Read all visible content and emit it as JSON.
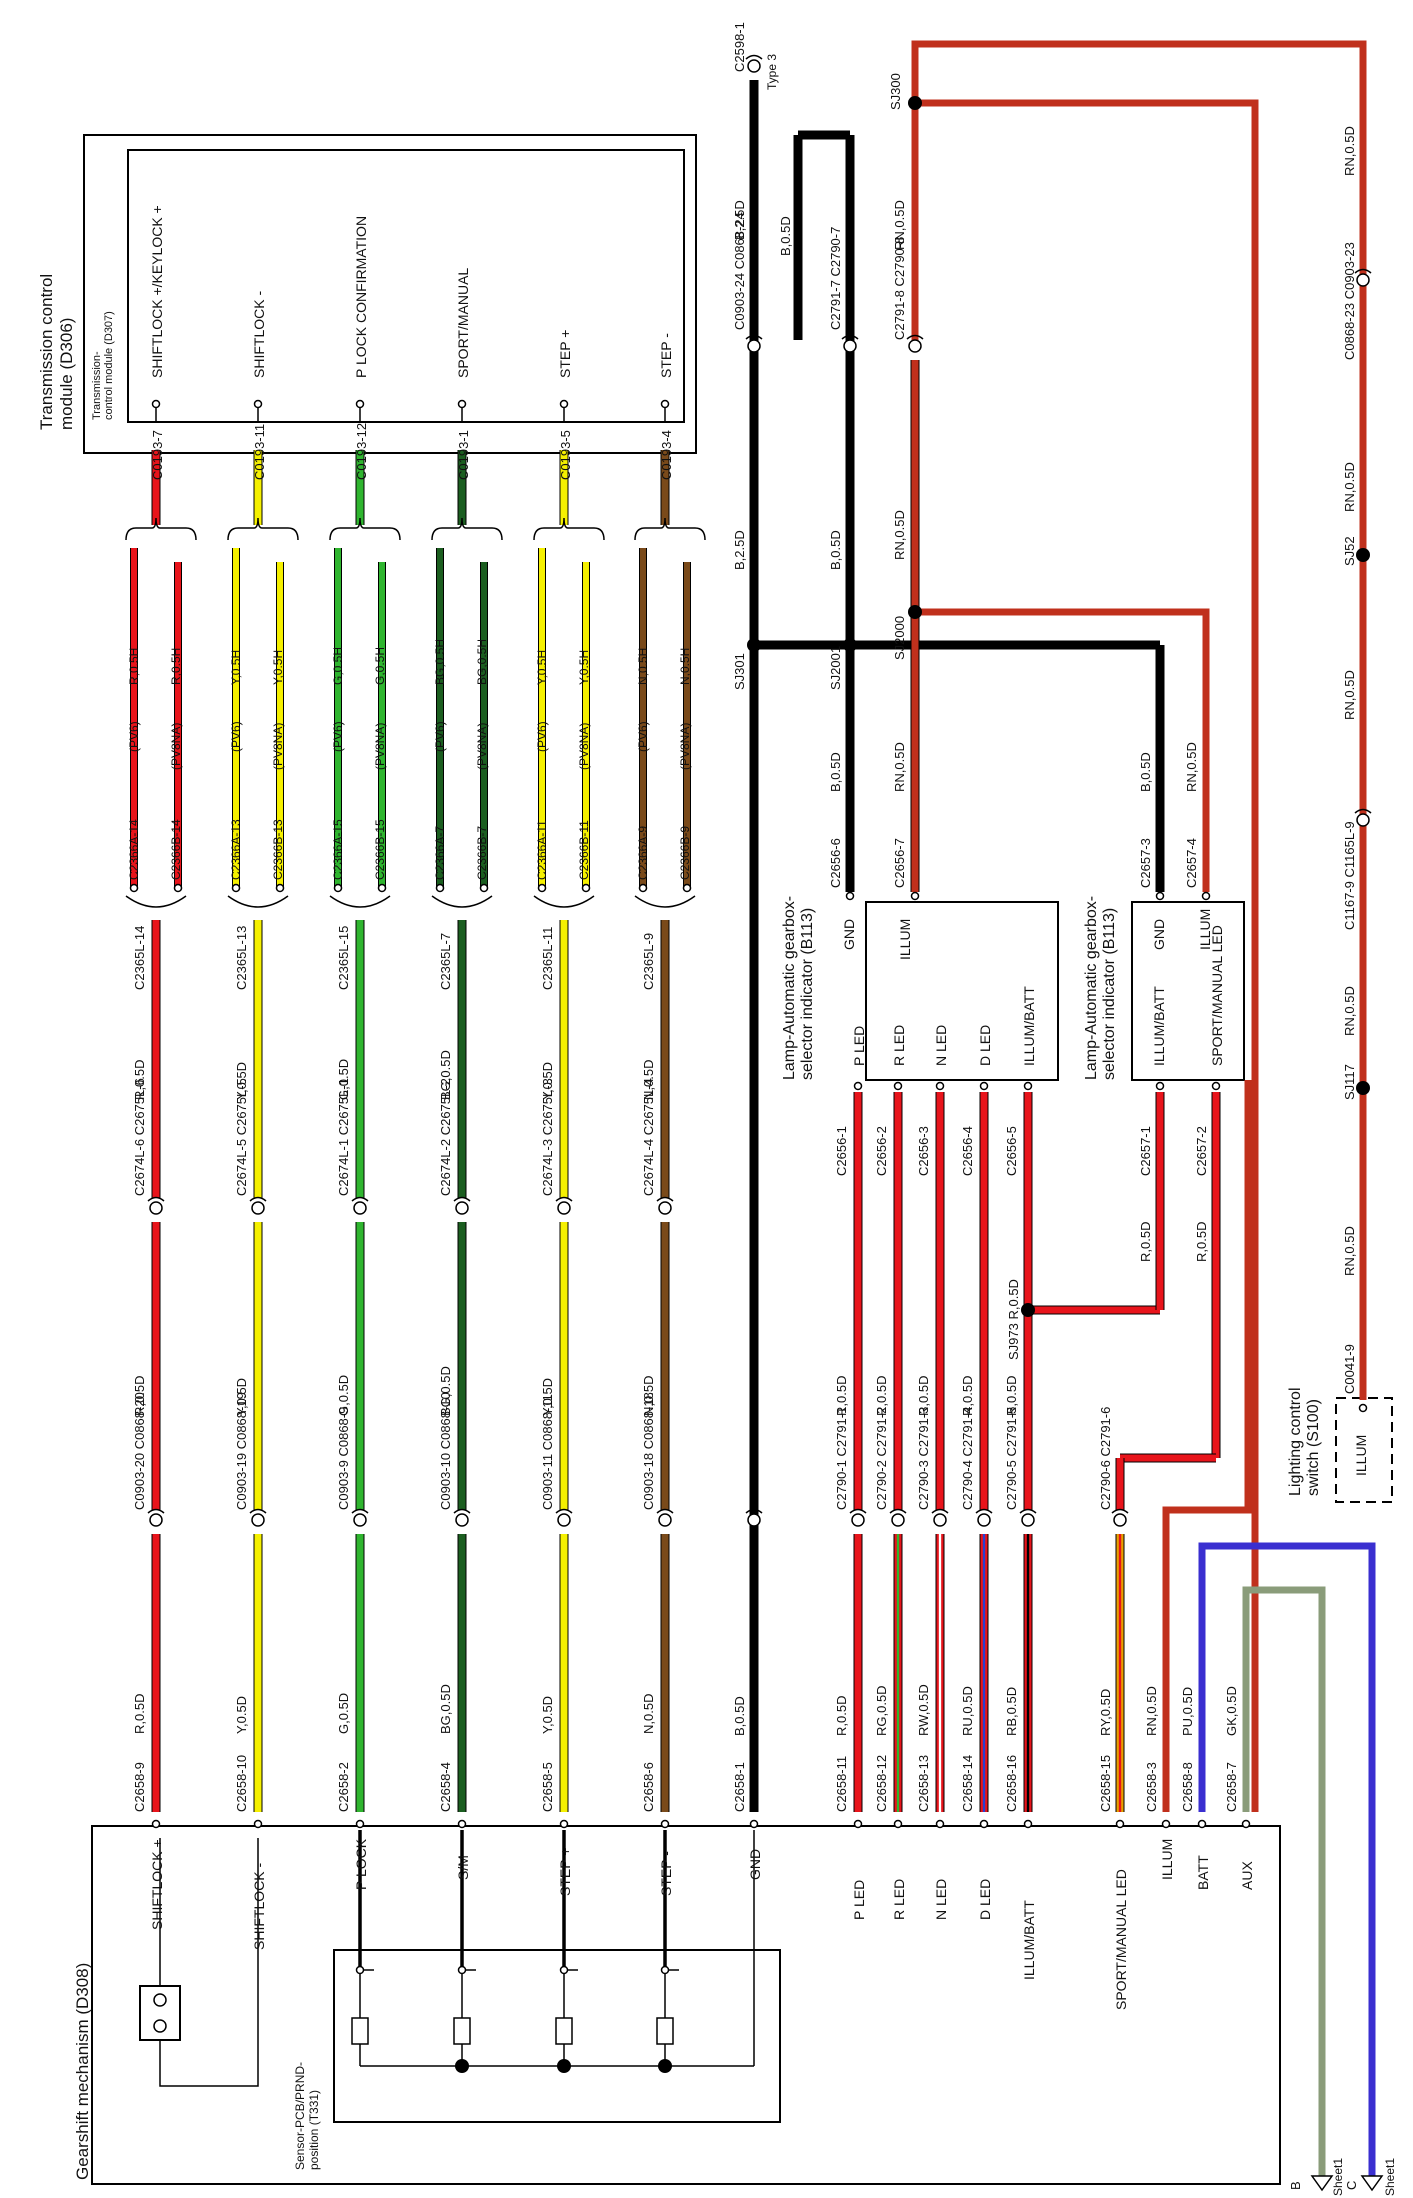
{
  "modules": {
    "tcm_title_1": "Transmission control",
    "tcm_title_2": "module (D306)",
    "tcm_inner_1": "Transmission-",
    "tcm_inner_2": "control module (D307)",
    "gear_title": "Gearshift mechanism (D308)",
    "sensor_1": "Sensor-PCB/PRND-",
    "sensor_2": "position (T331)",
    "lamp1_1": "Lamp-Automatic gearbox-",
    "lamp1_2": "selector indicator (B113)",
    "lamp2_1": "Lamp-Automatic gearbox-",
    "lamp2_2": "selector indicator (B113)",
    "light_1": "Lighting control",
    "light_2": "switch (S100)",
    "light_pin": "ILLUM"
  },
  "tcm_pins": [
    "SHIFTLOCK +/KEYLOCK +",
    "SHIFTLOCK -",
    "P LOCK CONFIRMATION",
    "SPORT/MANUAL",
    "STEP +",
    "STEP -"
  ],
  "gear_pins": [
    "SHIFTLOCK +",
    "SHIFTLOCK -",
    "P LOCK",
    "S/M",
    "STEP +",
    "STEP -",
    "GND",
    "P LED",
    "R LED",
    "N LED",
    "D LED",
    "ILLUM/BATT",
    "SPORT/MANUAL LED",
    "ILLUM",
    "BATT",
    "AUX"
  ],
  "lamp1_pins": [
    "GND",
    "ILLUM",
    "P LED",
    "R LED",
    "N LED",
    "D LED",
    "ILLUM/BATT"
  ],
  "lamp2_pins": [
    "GND",
    "ILLUM",
    "ILLUM/BATT",
    "SPORT/MANUAL LED"
  ],
  "colors": {
    "R": "#e8141b",
    "Y": "#f5f000",
    "G": "#2fb52f",
    "BG": "#1b5e20",
    "N": "#7a4a1a",
    "B": "#000000",
    "RN": "#c0301c",
    "PU": "#3a2fd0",
    "GK": "#8a9c7a"
  },
  "wires": [
    {
      "conn": [
        "C0193-7",
        "C2366A-14",
        "(PV6)",
        "R,0.5H",
        "C2366B-14",
        "(PV8NA)",
        "R,0.5H",
        "C2365L-14",
        "R,0.5D",
        "C2674L-6 C2675L-6",
        "R,0.5D",
        "C0903-20 C0868-20",
        "R,0.5D",
        "C2658-9"
      ]
    },
    {
      "conn": [
        "C0193-11",
        "C2366A-13",
        "(PV6)",
        "Y,0.5H",
        "C2366B-13",
        "(PV8NA)",
        "Y,0.5H",
        "C2365L-13",
        "Y,0.5D",
        "C2674L-5 C2675L-5",
        "Y,0.5D",
        "C0903-19 C0868-19",
        "Y,0.5D",
        "C2658-10"
      ]
    },
    {
      "conn": [
        "C0193-12",
        "C2366A-15",
        "(PV6)",
        "G,0.5H",
        "C2366B-15",
        "(PV8NA)",
        "G,0.5H",
        "C2365L-15",
        "G,0.5D",
        "C2674L-1 C2675L-1",
        "G,0.5D",
        "C0903-9 C0868-9",
        "G,0.5D",
        "C2658-2"
      ]
    },
    {
      "conn": [
        "C0193-1",
        "C2366A-7",
        "(PV6)",
        "BG,0.5H",
        "C2366B-7",
        "(PV8NA)",
        "BG,0.5H",
        "C2365L-7",
        "BG,0.5D",
        "C2674L-2 C2675L-2",
        "BG,0.5D",
        "C0903-10 C0868-10",
        "BG,0.5D",
        "C2658-4"
      ]
    },
    {
      "conn": [
        "C0193-5",
        "C2366A-11",
        "(PV6)",
        "Y,0.5H",
        "C2366B-11",
        "(PV8NA)",
        "Y,0.5H",
        "C2365L-11",
        "Y,0.5D",
        "C2674L-3 C2675L-3",
        "Y,0.5D",
        "C0903-11 C0868-11",
        "Y,0.5D",
        "C2658-5"
      ]
    },
    {
      "conn": [
        "C0193-4",
        "C2366A-9",
        "(PV6)",
        "N,0.5H",
        "C2366B-9",
        "(PV8NA)",
        "N,0.5H",
        "C2365L-9",
        "N,0.5D",
        "C2674L-4 C2675L-4",
        "N,0.5D",
        "C0903-18 C0868-18",
        "N,0.5D",
        "C2658-6"
      ]
    }
  ],
  "gnd": [
    "C2598-1",
    "Type 3",
    "B,2.5D",
    "C0903-24 C0868-24",
    "B,2.5D",
    "SJ301",
    "B,0.5D",
    "C2658-1",
    "B,0.5D",
    "C2791-7 C2790-7",
    "B,0.5D",
    "SJ2001",
    "B,0.5D",
    "C2656-6",
    "B,0.5D",
    "C2657-3"
  ],
  "led_wires": [
    {
      "conn": [
        "C2656-1",
        "R,0.5D",
        "C2790-1 C2791-1",
        "R,0.5D",
        "C2658-11"
      ]
    },
    {
      "conn": [
        "C2656-2",
        "R,0.5D",
        "C2790-2 C2791-2",
        "RG,0.5D",
        "C2658-12"
      ]
    },
    {
      "conn": [
        "C2656-3",
        "R,0.5D",
        "C2790-3 C2791-3",
        "RW,0.5D",
        "C2658-13"
      ]
    },
    {
      "conn": [
        "C2656-4",
        "R,0.5D",
        "C2790-4 C2791-4",
        "RU,0.5D",
        "C2658-14"
      ]
    },
    {
      "conn": [
        "C2656-5",
        "R,0.5D",
        "C2790-5 C2791-5",
        "RB,0.5D",
        "C2658-16"
      ]
    }
  ],
  "misc": {
    "sj973": "SJ973 R,0.5D",
    "c2657_1": "C2657-1",
    "c2657_2": "C2657-2",
    "r05_a": "R,0.5D",
    "r05_b": "R,0.5D",
    "c2791_6": "C2790-6 C2791-6",
    "ry": "RY,0.5D",
    "c2658_15": "C2658-15",
    "c2658_3": "C2658-3",
    "rn_illum": "RN,0.5D",
    "c2658_8": "C2658-8",
    "pu": "PU,0.5D",
    "c2658_7": "C2658-7",
    "gk": "GK,0.5D",
    "sj300": "SJ300",
    "rn1": "RN,0.5D",
    "c2791_8": "C2791-8 C2790-8",
    "rn2": "RN,0.5D",
    "sj2000": "SJ2000",
    "rn3": "RN,0.5D",
    "c2656_7": "C2656-7",
    "rn4": "RN,0.5D",
    "c2657_4": "C2657-4",
    "rn5": "RN,0.5D",
    "c0903_23": "C0868-23 C0903-23",
    "rn6": "RN,0.5D",
    "sj52": "SJ52",
    "rn7": "RN,0.5D",
    "c1167": "C1167-9 C1165L-9",
    "rn8": "RN,0.5D",
    "sj117": "SJ117",
    "rn9": "RN,0.5D",
    "c0041": "C0041-9",
    "sheet_b": "B",
    "sheet_b2": "Sheet1",
    "sheet_c": "C",
    "sheet_c2": "Sheet1"
  }
}
